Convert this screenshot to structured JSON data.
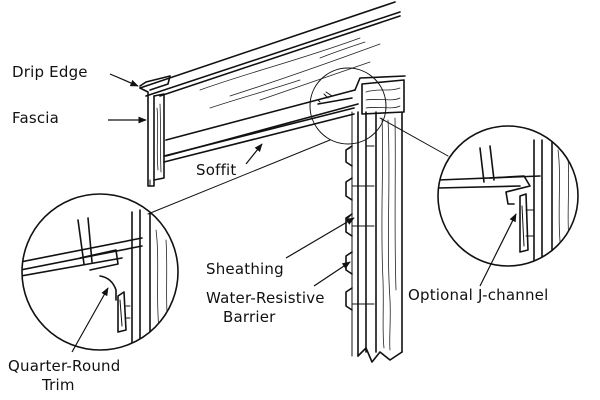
{
  "diagram": {
    "labels": {
      "drip_edge": "Drip Edge",
      "fascia": "Fascia",
      "soffit": "Soffit",
      "sheathing": "Sheathing",
      "wrb_line1": "Water-Resistive",
      "wrb_line2": "Barrier",
      "optional_jchannel": "Optional J-channel",
      "quarter_round_line1": "Quarter-Round",
      "quarter_round_line2": "Trim"
    }
  }
}
